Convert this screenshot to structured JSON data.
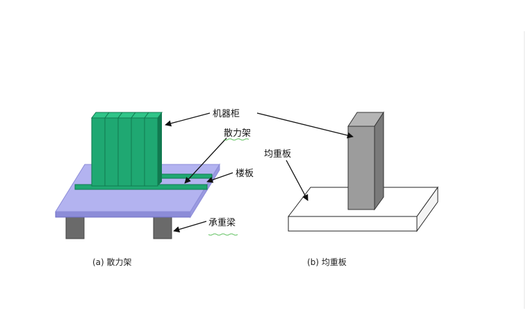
{
  "labels": {
    "cabinet": "机器柜",
    "spreader_frame": "散力架",
    "floor_slab": "楼板",
    "load_beam": "承重梁",
    "equalizing_plate": "均重板"
  },
  "captions": {
    "a": "(a)  散力架",
    "b": "(b)  均重板"
  },
  "colors": {
    "cabinet": "#1fa872",
    "cabinet_dark": "#117a50",
    "cabinet_light": "#2fc488",
    "slab": "#b3b3f0",
    "slab_edge": "#8c8cd8",
    "beam": "#6a6a6a",
    "box": "#9c9c9c",
    "box_dark": "#7a7a7a",
    "plate": "#ffffff"
  }
}
